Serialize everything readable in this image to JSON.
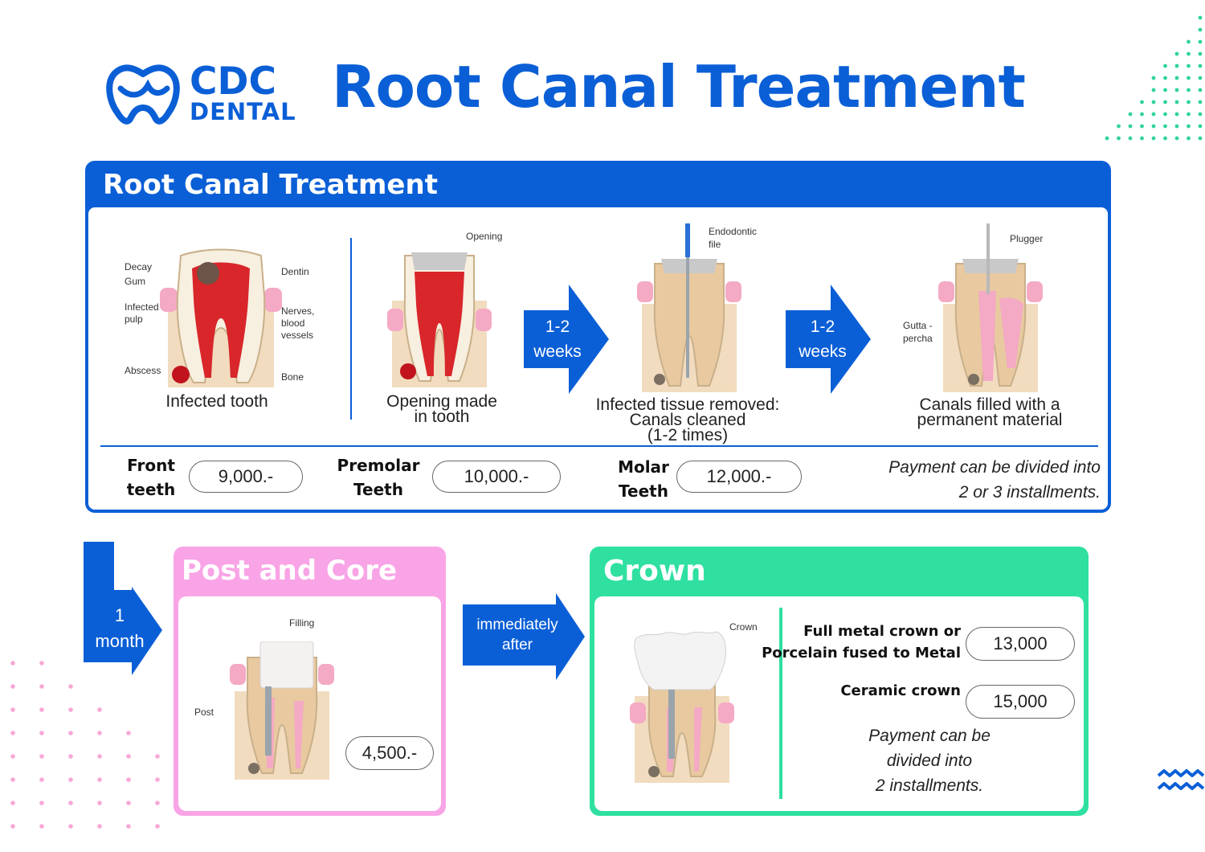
{
  "brand": {
    "line1": "CDC",
    "line2": "DENTAL"
  },
  "main_title": "Root Canal Treatment",
  "root_canal": {
    "title": "Root Canal Treatment",
    "steps": [
      {
        "caption": [
          "Infected tooth"
        ],
        "labels": [
          "Decay",
          "Gum",
          "Dentin",
          "Infected",
          "pulp",
          "Nerves,",
          "blood",
          "vessels",
          "Abscess",
          "Bone"
        ]
      },
      {
        "caption": [
          "Opening made",
          "in tooth"
        ],
        "labels": [
          "Opening"
        ]
      },
      {
        "caption": [
          "Infected tissue removed:",
          "Canals cleaned",
          "(1-2 times)"
        ],
        "labels": [
          "Endodontic",
          "file"
        ]
      },
      {
        "caption": [
          "Canals filled with a",
          "permanent material"
        ],
        "labels": [
          "Plugger",
          "Gutta -",
          "percha"
        ]
      }
    ],
    "arrows": [
      {
        "line1": "1-2",
        "line2": "weeks"
      },
      {
        "line1": "1-2",
        "line2": "weeks"
      }
    ],
    "prices": [
      {
        "label1": "Front",
        "label2": "teeth",
        "value": "9,000.-"
      },
      {
        "label1": "Premolar",
        "label2": "Teeth",
        "value": "10,000.-"
      },
      {
        "label1": "Molar",
        "label2": "Teeth",
        "value": "12,000.-"
      }
    ],
    "note": [
      "Payment can be divided into",
      "2 or 3 installments."
    ]
  },
  "month_arrow": {
    "line1": "1",
    "line2": "month"
  },
  "post_core": {
    "title": "Post and Core",
    "labels": {
      "filling": "Filling",
      "post": "Post"
    },
    "price": "4,500.-"
  },
  "immediate_arrow": {
    "line1": "immediately",
    "line2": "after"
  },
  "crown": {
    "title": "Crown",
    "label_crown": "Crown",
    "options": [
      {
        "line1": "Full metal crown or",
        "line2": "Porcelain fused to Metal",
        "price": "13,000"
      },
      {
        "line1": "Ceramic crown",
        "price": "15,000"
      }
    ],
    "note": [
      "Payment can be",
      "divided into",
      "2 installments."
    ]
  },
  "colors": {
    "brand_blue": "#0b5fd6",
    "pink": "#f9a4e6",
    "green": "#2fe0a0",
    "tooth_pink": "#f4a9c4",
    "pulp_red": "#d8262a"
  }
}
